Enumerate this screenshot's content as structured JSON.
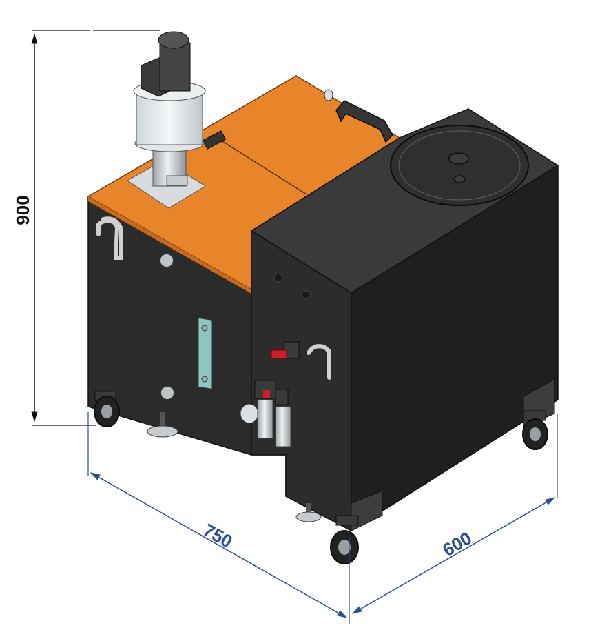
{
  "dimensions": {
    "height": {
      "label": "900"
    },
    "width": {
      "label": "750"
    },
    "depth": {
      "label": "600"
    }
  },
  "colors": {
    "lid_orange": "#e8852b",
    "body_black": "#2a2a2a",
    "dimension_blue": "#2a4f9a",
    "dimension_black": "#111111"
  }
}
